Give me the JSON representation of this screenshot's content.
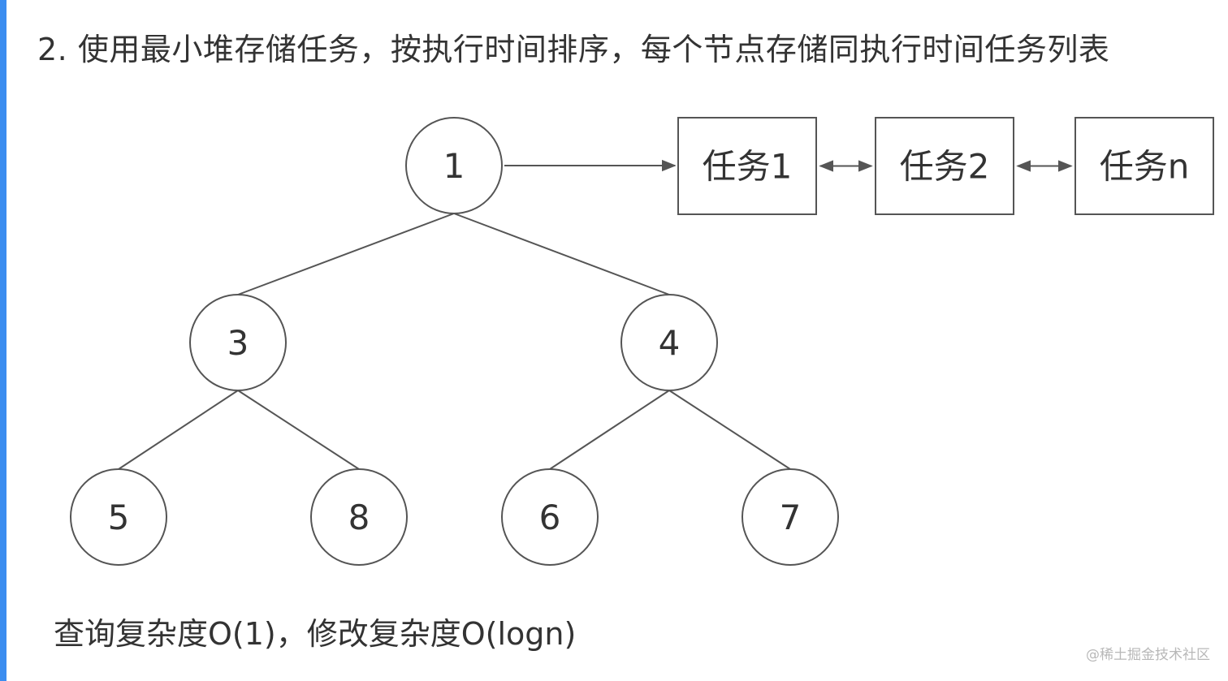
{
  "heading": "2. 使用最小堆存储任务，按执行时间排序，每个节点存储同执行时间任务列表",
  "heap_nodes": [
    {
      "id": "n1",
      "label": "1"
    },
    {
      "id": "n3",
      "label": "3"
    },
    {
      "id": "n4",
      "label": "4"
    },
    {
      "id": "n5",
      "label": "5"
    },
    {
      "id": "n8",
      "label": "8"
    },
    {
      "id": "n6",
      "label": "6"
    },
    {
      "id": "n7",
      "label": "7"
    }
  ],
  "heap_edges": [
    [
      "n1",
      "n3"
    ],
    [
      "n1",
      "n4"
    ],
    [
      "n3",
      "n5"
    ],
    [
      "n3",
      "n8"
    ],
    [
      "n4",
      "n6"
    ],
    [
      "n4",
      "n7"
    ]
  ],
  "task_list": [
    {
      "id": "t1",
      "label": "任务1"
    },
    {
      "id": "t2",
      "label": "任务2"
    },
    {
      "id": "tn",
      "label": "任务n"
    }
  ],
  "complexity_note": "查询复杂度O(1)，修改复杂度O(logn)",
  "watermark": "@稀土掘金技术社区",
  "colors": {
    "text": "#333333",
    "stroke": "#555555",
    "accent_edge": "#3b8df0",
    "watermark": "#b8b8b8"
  }
}
